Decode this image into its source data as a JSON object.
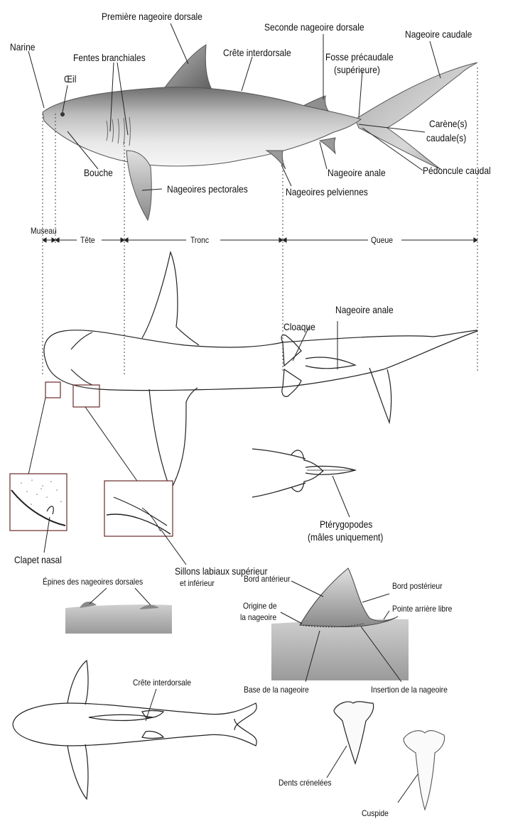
{
  "labels": {
    "premiere_dorsale": "Première nageoire dorsale",
    "seconde_dorsale": "Seconde nageoire dorsale",
    "narine": "Narine",
    "fentes": "Fentes branchiales",
    "crete": "Crête interdorsale",
    "fosse_l1": "Fosse précaudale",
    "fosse_l2": "(supérieure)",
    "caudale": "Nageoire caudale",
    "oeil": "Œil",
    "carene_l1": "Carène(s)",
    "carene_l2": "caudale(s)",
    "bouche": "Bouche",
    "anale": "Nageoire anale",
    "pedoncule": "Pédoncule caudal",
    "pectorales": "Nageoires pectorales",
    "pelviennes": "Nageoires pelviennes",
    "museau": "Museau",
    "tete": "Tête",
    "tronc": "Tronc",
    "queue": "Queue",
    "anale2": "Nageoire anale",
    "cloaque": "Cloaque",
    "pterygo_l1": "Ptérygopodes",
    "pterygo_l2": "(mâles uniquement)",
    "clapet": "Clapet nasal",
    "sillons_l1": "Sillons labiaux supérieur",
    "sillons_l2": "et inférieur",
    "bord_ant": "Bord antérieur",
    "bord_post": "Bord postérieur",
    "origine_l1": "Origine de",
    "origine_l2": "la nageoire",
    "pointe": "Pointe arrière libre",
    "epines": "Épines des nageoires dorsales",
    "base": "Base de la nageoire",
    "insertion": "Insertion de la nageoire",
    "crete2": "Crête interdorsale",
    "dents": "Dents crénelées",
    "cuspide": "Cuspide"
  }
}
